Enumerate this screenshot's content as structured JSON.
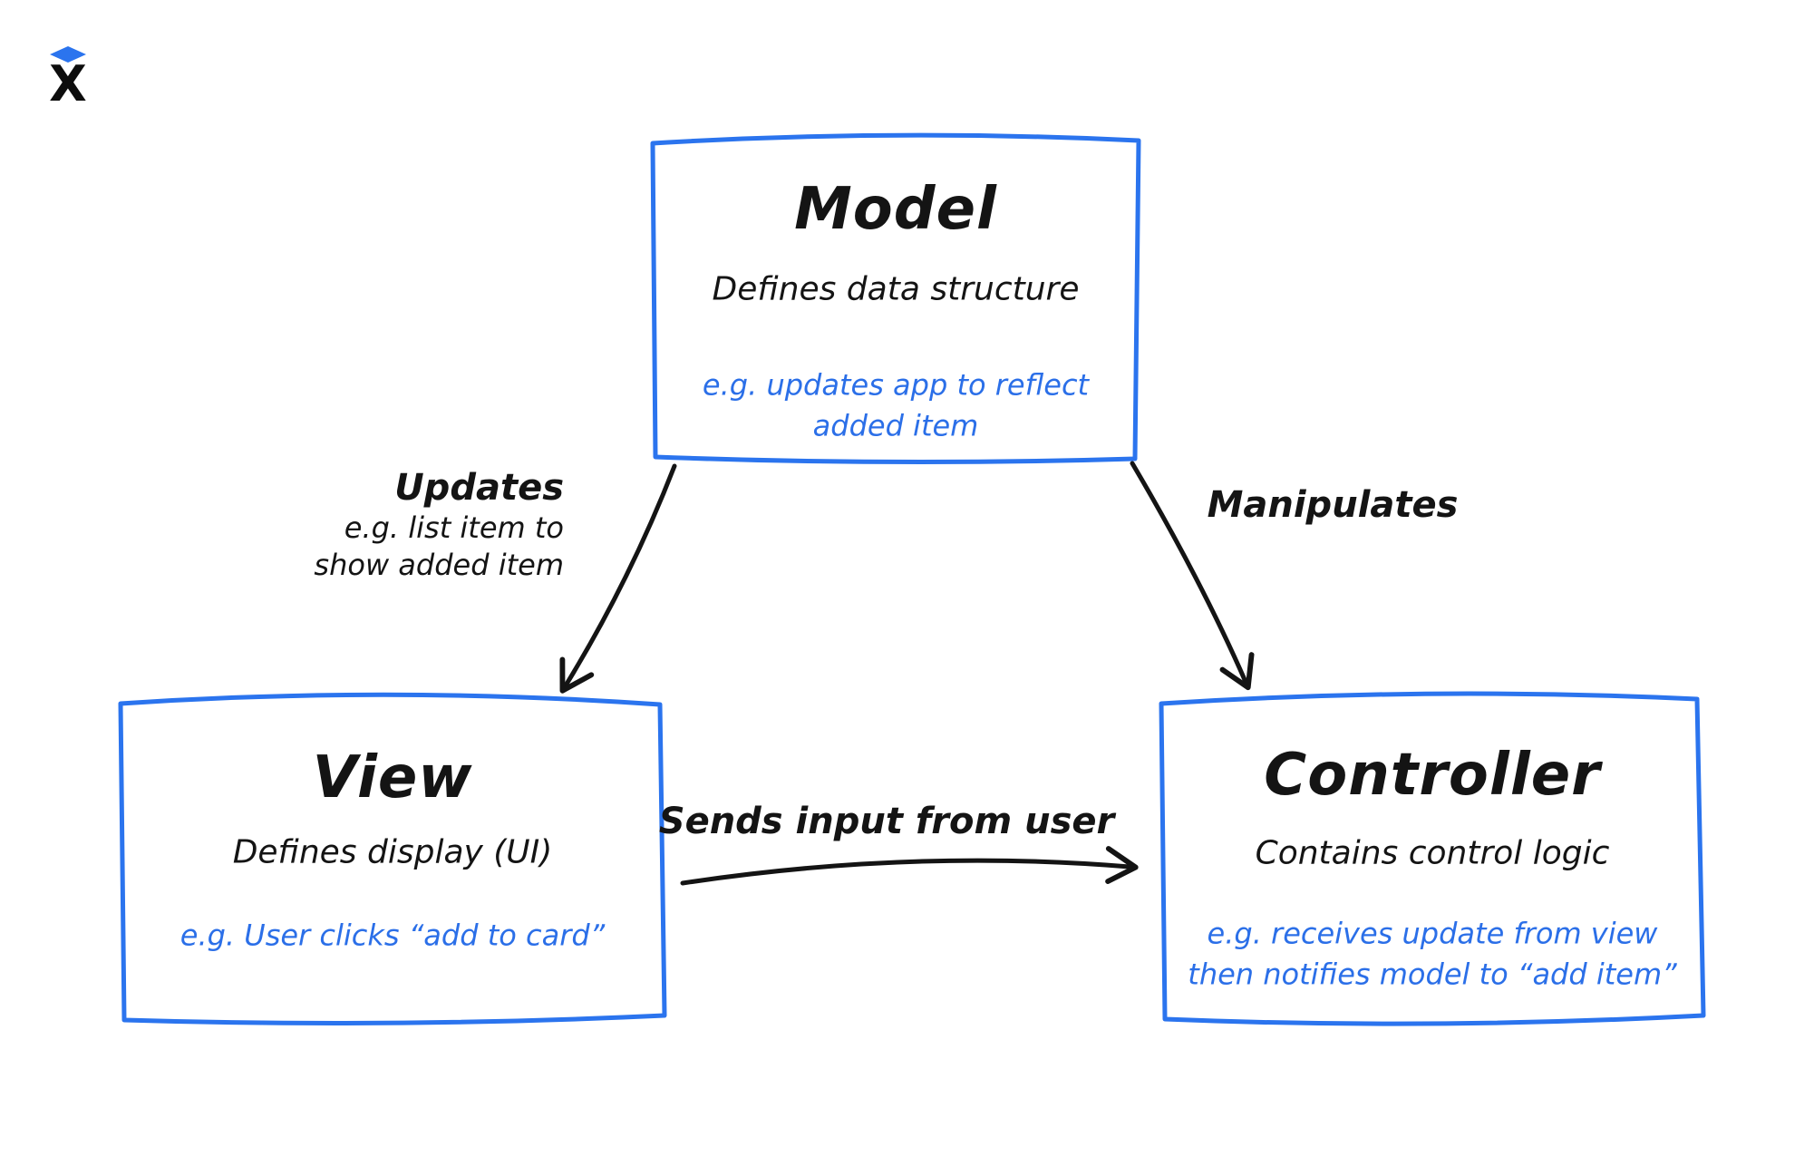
{
  "logo": {
    "mark": "X"
  },
  "colors": {
    "accent_blue": "#2b74ee",
    "example_blue": "#2b6fe8",
    "ink_black": "#141414",
    "background": "#ffffff"
  },
  "diagram": {
    "nodes": {
      "model": {
        "title": "Model",
        "subtitle": "Defines data structure",
        "example_line1": "e.g. updates app to reflect",
        "example_line2": "added item"
      },
      "view": {
        "title": "View",
        "subtitle": "Defines display (UI)",
        "example_line1": "e.g. User clicks “add to card”"
      },
      "controller": {
        "title": "Controller",
        "subtitle": "Contains control logic",
        "example_line1": "e.g. receives update from view",
        "example_line2": "then notifies model to “add item”"
      }
    },
    "edges": {
      "model_to_view": {
        "label": "Updates",
        "sublabel_line1": "e.g. list item to",
        "sublabel_line2": "show added item"
      },
      "model_to_controller": {
        "label": "Manipulates"
      },
      "view_to_controller": {
        "label": "Sends input from user"
      }
    }
  }
}
